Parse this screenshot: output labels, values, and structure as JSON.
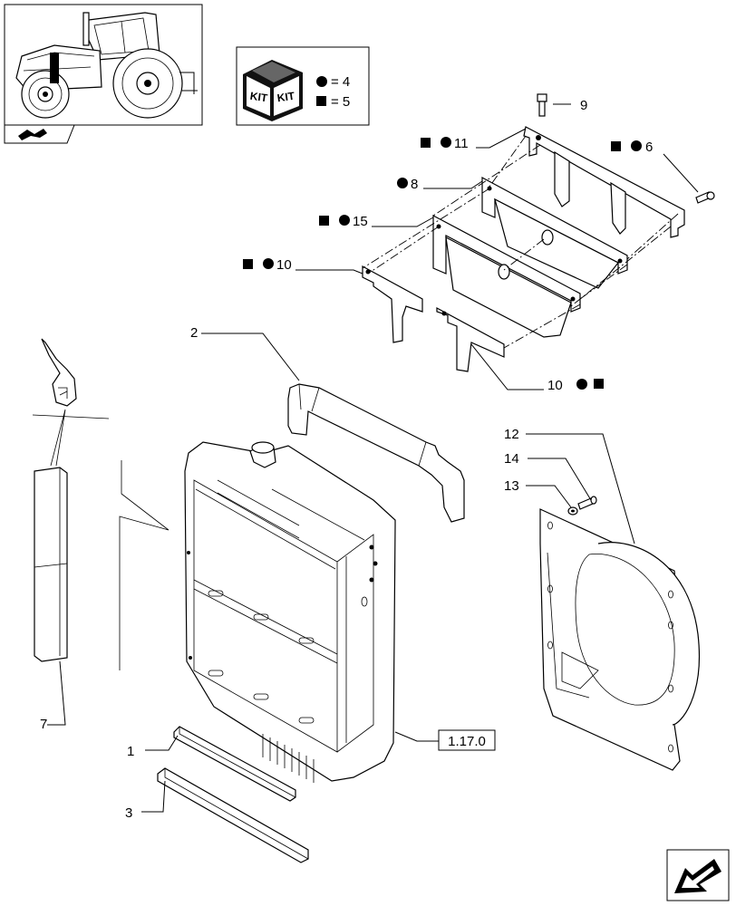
{
  "kit_legend": {
    "kit_word_1": "KIT",
    "kit_word_2": "KIT",
    "circle_value": "= 4",
    "square_value": "= 5"
  },
  "callouts": {
    "c1": "1",
    "c2": "2",
    "c3": "3",
    "c7": "7",
    "c8": "8",
    "c9": "9",
    "c6": "6",
    "c10_left": "10",
    "c10_right": "10",
    "c11": "11",
    "c12": "12",
    "c13": "13",
    "c14": "14",
    "c15": "15"
  },
  "reference_box": "1.17.0",
  "icons": {
    "tractor": "tractor-thumbnail-icon",
    "kit": "kit-box-icon",
    "circle": "circle-marker-icon",
    "square": "square-marker-icon",
    "next_page": "next-page-arrow-icon",
    "section": "section-page-icon"
  }
}
